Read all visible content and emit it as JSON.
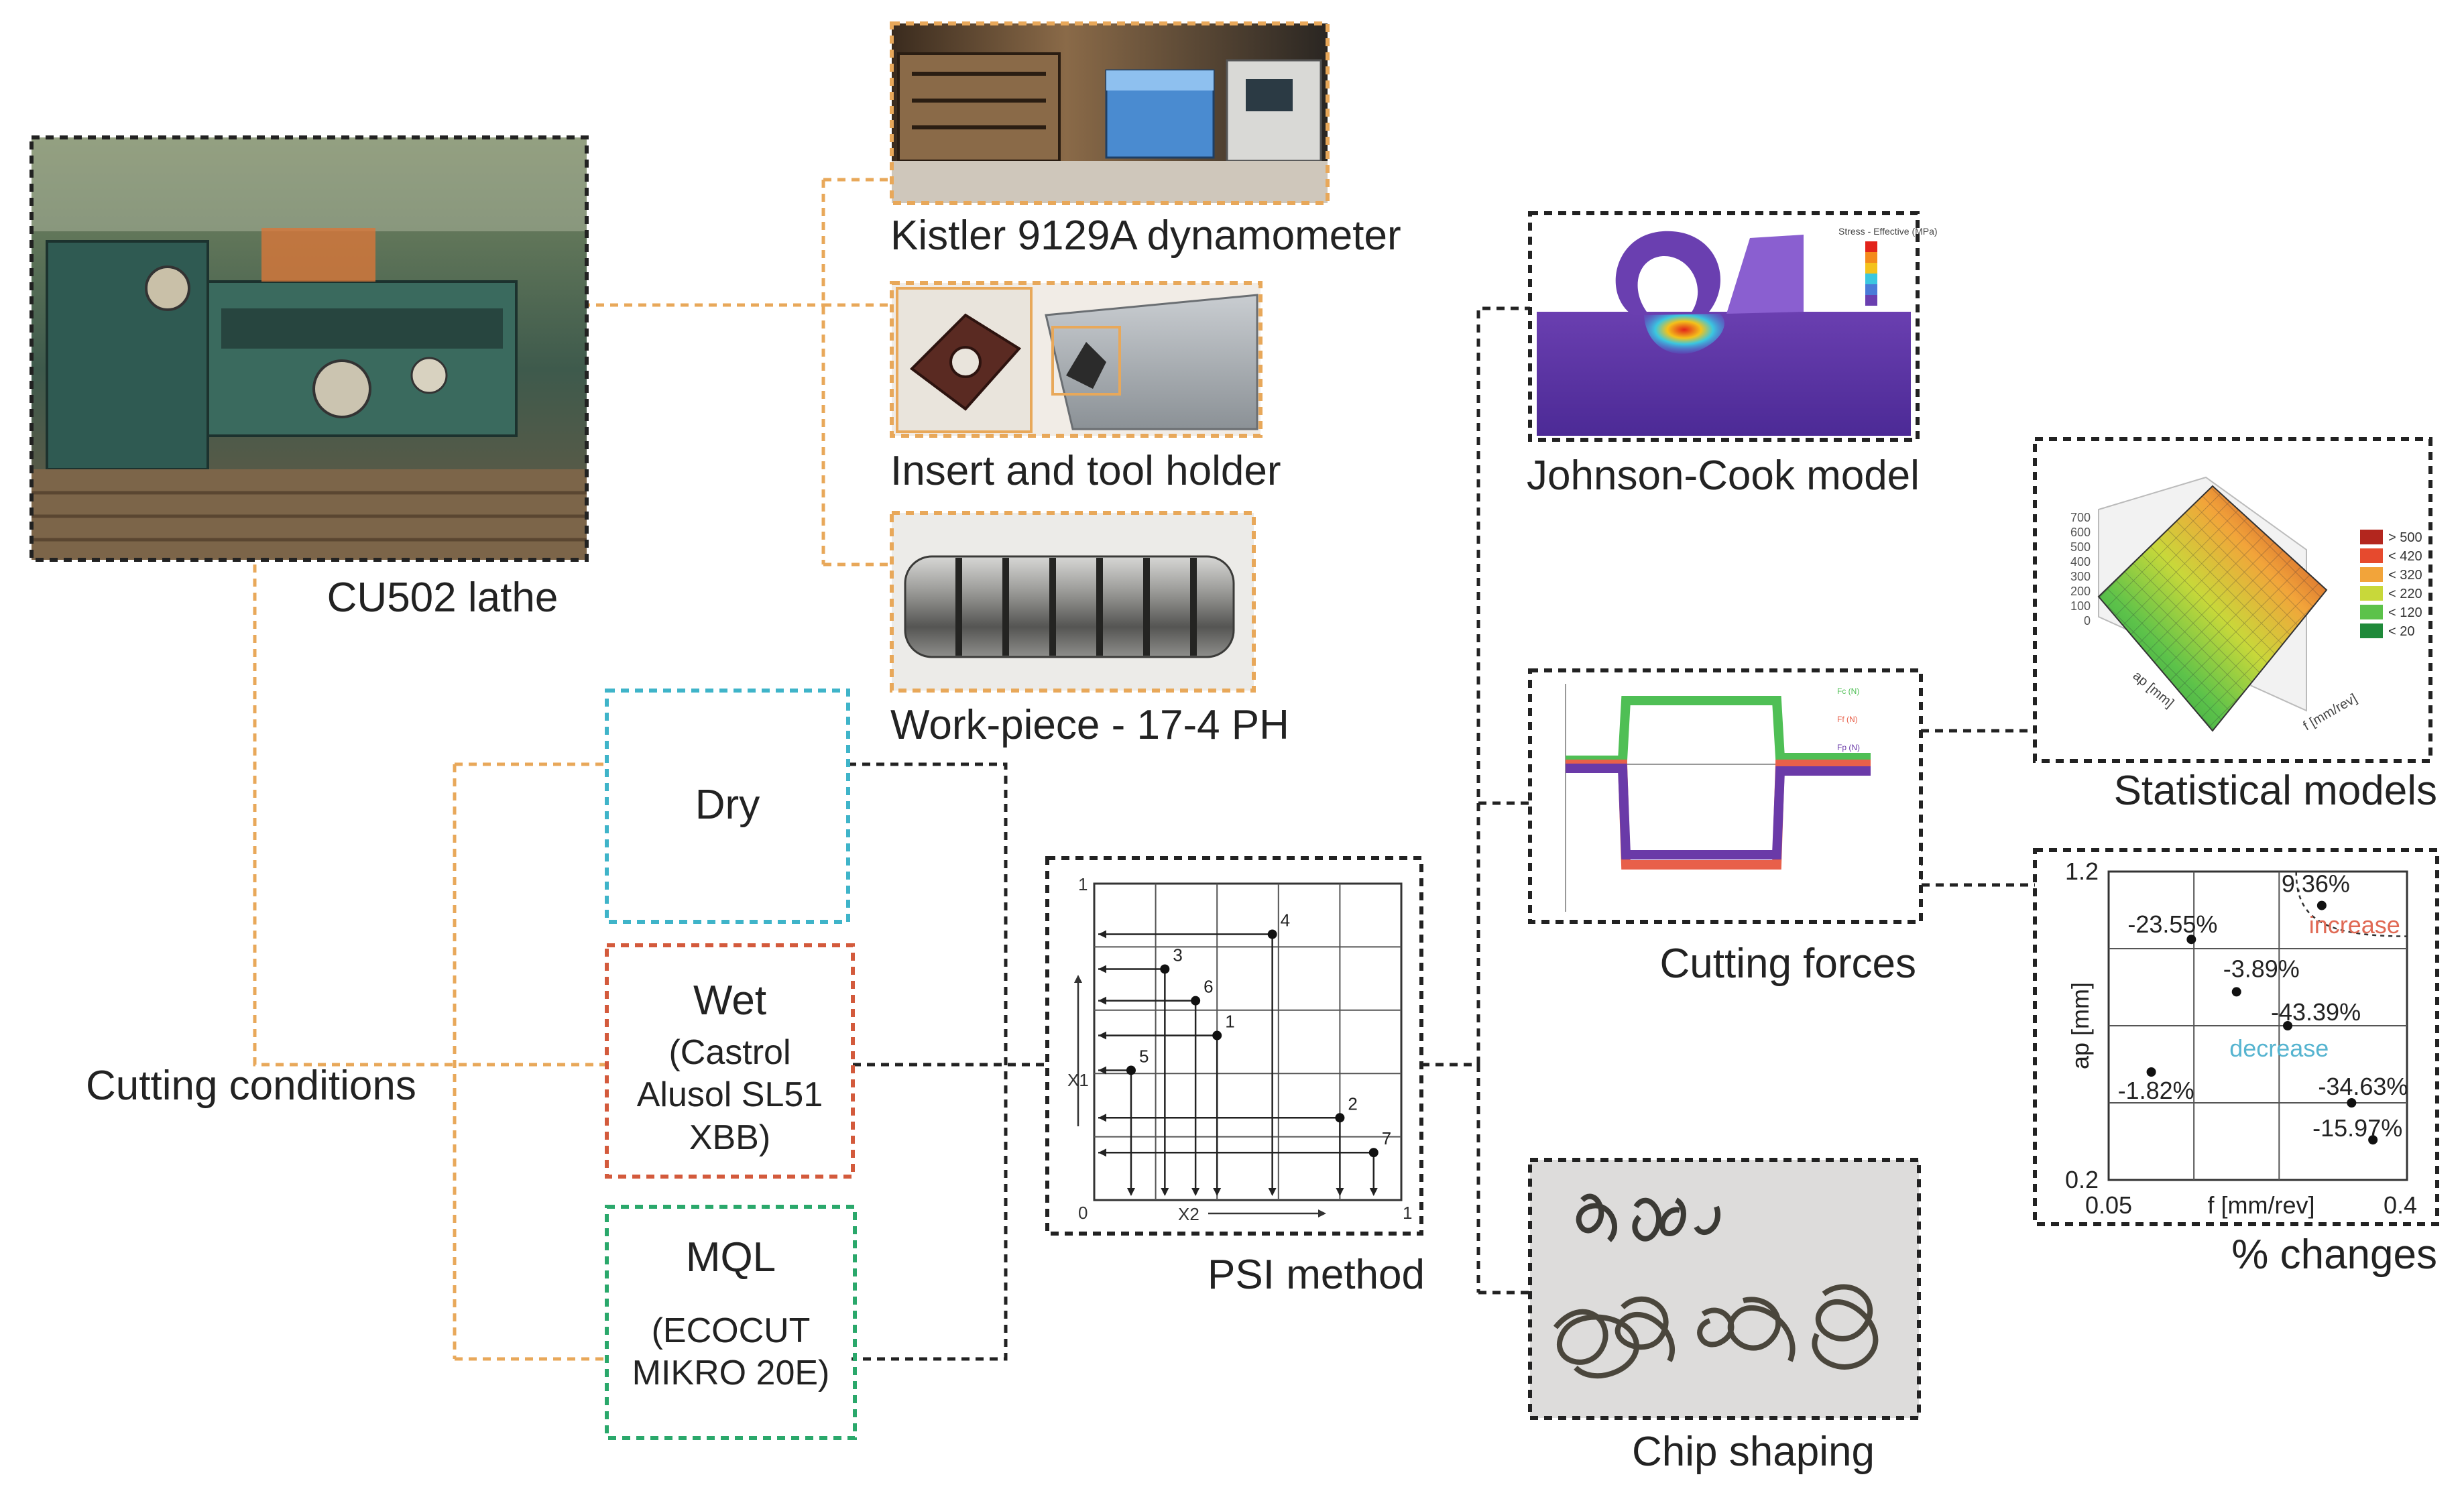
{
  "labels": {
    "lathe": "CU502 lathe",
    "dynamometer": "Kistler 9129A dynamometer",
    "insert": "Insert and tool holder",
    "workpiece": "Work-piece - 17-4 PH",
    "cutting_conditions": "Cutting conditions",
    "psi": "PSI method",
    "johnson_cook": "Johnson-Cook model",
    "cutting_forces": "Cutting forces",
    "chip_shaping": "Chip shaping",
    "statistical_models": "Statistical models",
    "percent_changes": "% changes"
  },
  "conditions": {
    "dry": {
      "title": "Dry"
    },
    "wet": {
      "title": "Wet",
      "lines": [
        "(Castrol",
        "Alusol SL51",
        "XBB)"
      ]
    },
    "mql": {
      "title": "MQL",
      "lines": [
        "(ECOCUT",
        "MIKRO 20E)"
      ]
    }
  },
  "colors": {
    "connector_orange": "#e8a85a",
    "connector_black": "#222222",
    "border_dry": "#3fb4c9",
    "border_wet": "#d35a3c",
    "border_mql": "#2aa86b",
    "increase": "#e06a55",
    "decrease": "#56b4d0"
  },
  "psi_chart": {
    "y_ticks": [
      "1",
      "0"
    ],
    "x_ticks": [
      "0",
      "1"
    ],
    "y_axis_label": "X1",
    "x_axis_label": "X2",
    "points": [
      {
        "label": "1",
        "x": 0.4,
        "y": 0.52
      },
      {
        "label": "2",
        "x": 0.8,
        "y": 0.26
      },
      {
        "label": "3",
        "x": 0.23,
        "y": 0.73
      },
      {
        "label": "4",
        "x": 0.58,
        "y": 0.84
      },
      {
        "label": "5",
        "x": 0.12,
        "y": 0.41
      },
      {
        "label": "6",
        "x": 0.33,
        "y": 0.63
      },
      {
        "label": "7",
        "x": 0.91,
        "y": 0.15
      }
    ]
  },
  "chart_data": {
    "type": "scatter",
    "xlabel": "f [mm/rev]",
    "ylabel": "ap [mm]",
    "xlim": [
      0.05,
      0.4
    ],
    "ylim": [
      0.2,
      1.2
    ],
    "x_ticks": [
      "0.05",
      "0.4"
    ],
    "y_ticks": [
      "1.2",
      "0.2"
    ],
    "annotations": [
      "increase",
      "decrease"
    ],
    "points": [
      {
        "label": "9.36%",
        "x": 0.3,
        "y": 1.09
      },
      {
        "label": "-23.55%",
        "x": 0.147,
        "y": 0.98
      },
      {
        "label": "-3.89%",
        "x": 0.2,
        "y": 0.81
      },
      {
        "label": "-43.39%",
        "x": 0.26,
        "y": 0.7
      },
      {
        "label": "-1.82%",
        "x": 0.1,
        "y": 0.55
      },
      {
        "label": "-34.63%",
        "x": 0.335,
        "y": 0.45
      },
      {
        "label": "-15.97%",
        "x": 0.36,
        "y": 0.33
      }
    ]
  },
  "forces_chart": {
    "legend": [
      "Fc (N)",
      "Ff (N)",
      "Fp (N)"
    ],
    "series_colors": [
      "#4fbf55",
      "#e8604a",
      "#6a3aa8"
    ]
  },
  "stat_chart": {
    "legend": [
      "> 500",
      "< 420",
      "< 320",
      "< 220",
      "< 120",
      "< 20"
    ],
    "legend_colors": [
      "#b3261e",
      "#e64a2e",
      "#f2a43a",
      "#c8d83a",
      "#5cc24a",
      "#1f8a3a"
    ],
    "z_ticks": [
      "700",
      "600",
      "500",
      "400",
      "300",
      "200",
      "100",
      "0"
    ],
    "x_axis": "f [mm/rev]",
    "y_axis": "ap [mm]"
  },
  "jc_panel": {
    "legend_title": "Stress - Effective (MPa)"
  }
}
